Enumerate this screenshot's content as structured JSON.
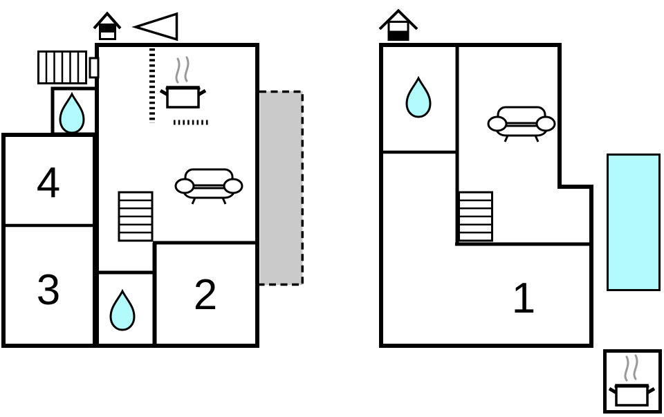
{
  "ground_floor": {
    "rooms": {
      "room4": "4",
      "room3": "3",
      "room2": "2"
    },
    "features": [
      "chimney-icon",
      "direction-triangle-icon",
      "radiator-icon",
      "window-icon",
      "water-drop-icon",
      "stairs-icon",
      "sofa-icon",
      "cooking-pot-steam-icon",
      "hob-icon",
      "terrace-area"
    ]
  },
  "first_floor": {
    "rooms": {
      "room1": "1"
    },
    "features": [
      "chimney-icon",
      "water-drop-icon",
      "stairs-icon",
      "sofa-icon",
      "pool-area",
      "sauna-with-pot-icon"
    ]
  },
  "colors": {
    "wall": "#000000",
    "water": "#b3fafc",
    "terrace": "#cacaca",
    "steam": "#999999"
  }
}
